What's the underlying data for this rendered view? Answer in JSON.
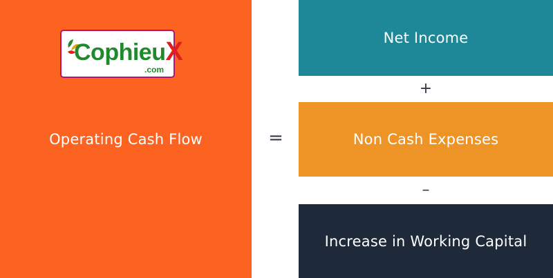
{
  "logo": {
    "word_main": "Cophieu",
    "word_accent": "X",
    "domain": ".com",
    "colors": {
      "green": "#1f8a2c",
      "red": "#e01e1e",
      "border": "#b0166e"
    }
  },
  "left": {
    "label": "Operating Cash Flow",
    "color": "#fc6321"
  },
  "equals_sign": "=",
  "terms": [
    {
      "label": "Net Income",
      "color": "#1f8898"
    },
    {
      "label": "Non Cash Expenses",
      "color": "#ee9426"
    },
    {
      "label": "Increase in Working Capital",
      "color": "#1e2a3a"
    }
  ],
  "operators": [
    "+",
    "–"
  ]
}
